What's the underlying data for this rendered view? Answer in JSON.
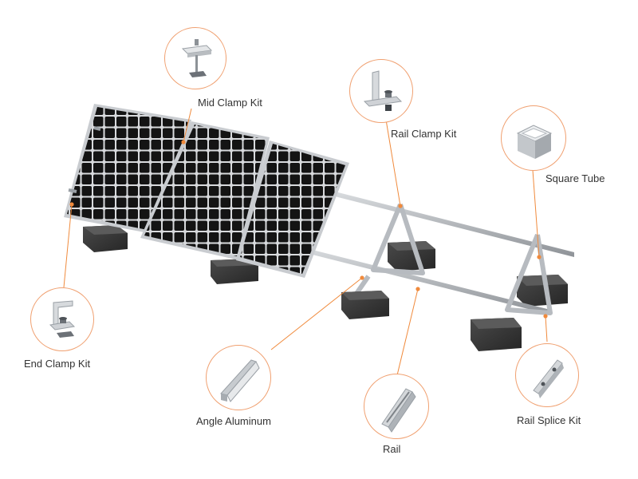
{
  "colors": {
    "accent": "#f08a3c",
    "panel_cell": "#111111",
    "panel_frame": "#c9ccd0",
    "block": "#3a3a3a",
    "rail": "#a9adb2"
  },
  "components": [
    {
      "id": "mid-clamp-kit",
      "label": "Mid Clamp Kit"
    },
    {
      "id": "rail-clamp-kit",
      "label": "Rail Clamp Kit"
    },
    {
      "id": "square-tube",
      "label": "Square Tube"
    },
    {
      "id": "end-clamp-kit",
      "label": "End Clamp Kit"
    },
    {
      "id": "angle-aluminum",
      "label": "Angle Aluminum"
    },
    {
      "id": "rail",
      "label": "Rail"
    },
    {
      "id": "rail-splice-kit",
      "label": "Rail Splice Kit"
    }
  ]
}
